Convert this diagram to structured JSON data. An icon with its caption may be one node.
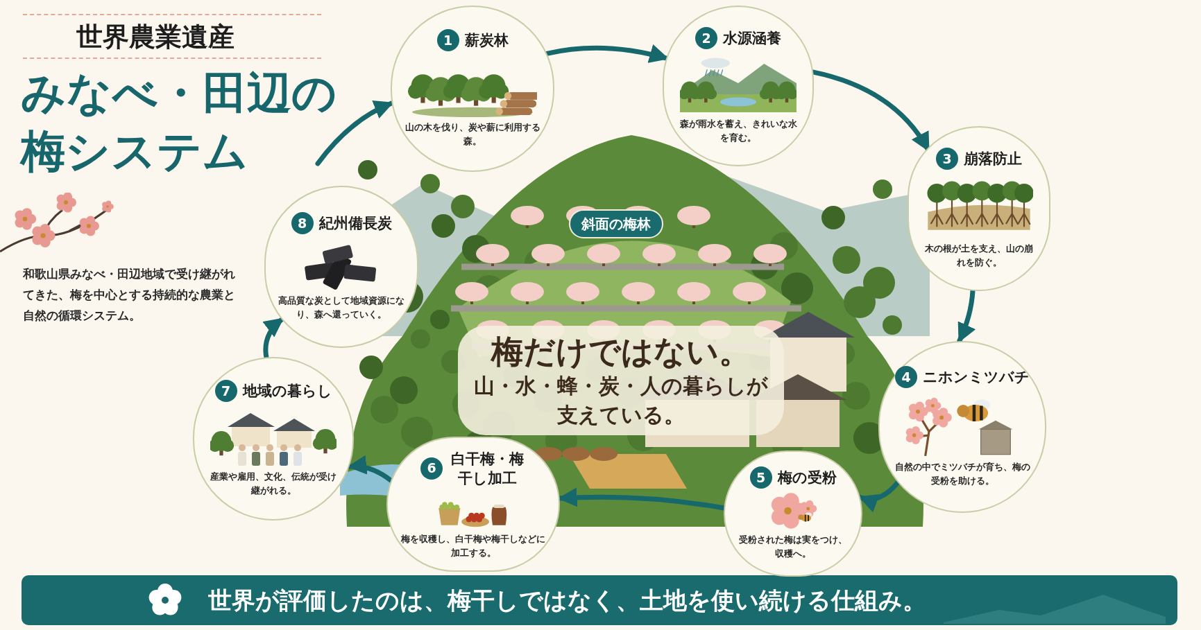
{
  "diagram": {
    "title": "みなべ・田辺の梅システム",
    "caption": "世界が評価したのは、梅干しではなく、土地を使い続ける仕組み。",
    "nodes": [
      {
        "text": [
          "1",
          "薪炭林",
          "山の木を伐り、炭や薪に利用する森。"
        ]
      },
      {
        "text": [
          "2",
          "水源涵養",
          "森が雨水を蓄え、きれいな水を育む。"
        ]
      },
      {
        "text": [
          "3",
          "崩落防止",
          "木の根が土を支え、山の崩れを防ぐ。"
        ]
      },
      {
        "text": [
          "4",
          "ニホンミツバチ",
          "自然の中でミツバチが育ち、梅の受粉を助ける。"
        ]
      },
      {
        "text": [
          "5",
          "梅の受粉",
          "受粉された梅は実をつけ、収穫へ。"
        ]
      },
      {
        "text": [
          "6",
          "白干梅・梅干し加工",
          "梅を収穫し、白干梅や梅干しなどに加工する。"
        ]
      },
      {
        "text": [
          "7",
          "地域の暮らし",
          "産業や雇用、文化、伝統が受け継がれる。"
        ]
      },
      {
        "text": [
          "8",
          "紀州備長炭",
          "高品質な炭として地域資源になり、森へ還っていく。"
        ]
      }
    ],
    "edges": [
      {
        "from": null,
        "to": 0,
        "arrow": "to"
      },
      {
        "from": 0,
        "to": 1,
        "arrow": "to"
      },
      {
        "from": 1,
        "to": 2,
        "arrow": "to"
      },
      {
        "from": 2,
        "to": 3,
        "arrow": "to"
      },
      {
        "from": 3,
        "to": 4,
        "arrow": "to"
      },
      {
        "from": 4,
        "to": 5,
        "arrow": "to"
      },
      {
        "from": 5,
        "to": 6,
        "arrow": "to"
      },
      {
        "from": 6,
        "to": 7,
        "arrow": "to"
      }
    ],
    "labels": [
      "世界農業遺産",
      "和歌山県みなべ・田辺地域で受け継がれてきた、梅を中心とする持続的な農業と自然の循環システム。",
      "斜面の梅林",
      "梅だけではない。",
      "山・水・蜂・炭・人の暮らしが支えている。"
    ]
  }
}
